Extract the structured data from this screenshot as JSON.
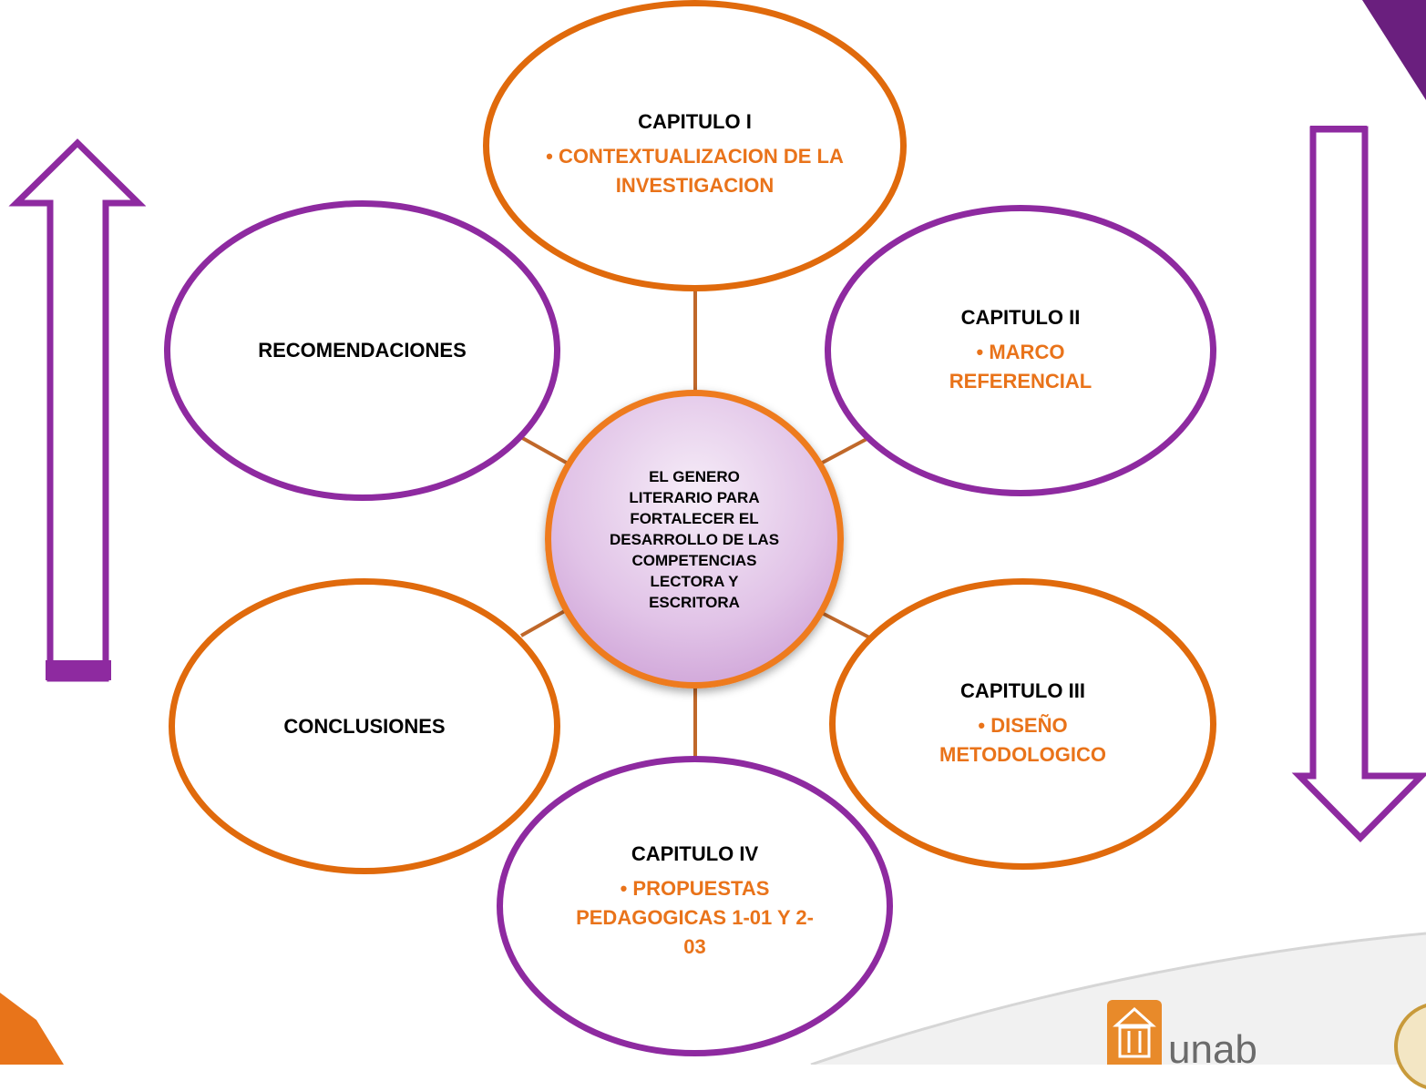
{
  "center": {
    "text": "EL GENERO LITERARIO PARA FORTALECER EL DESARROLLO DE LAS COMPETENCIAS LECTORA Y ESCRITORA"
  },
  "nodes": {
    "cap1": {
      "title": "CAPITULO I",
      "item": "• CONTEXTUALIZACION DE LA INVESTIGACION"
    },
    "cap2": {
      "title": "CAPITULO II",
      "item": "• MARCO REFERENCIAL"
    },
    "cap3": {
      "title": "CAPITULO III",
      "item": "• DISEÑO METODOLOGICO"
    },
    "cap4": {
      "title": "CAPITULO IV",
      "item": "• PROPUESTAS PEDAGOGICAS 1-01 Y 2-03"
    },
    "conclusiones": {
      "title": "CONCLUSIONES"
    },
    "recomendaciones": {
      "title": "RECOMENDACIONES"
    }
  },
  "footer": {
    "logo_text": "unab"
  },
  "colors": {
    "orange": "#e06a0c",
    "orange_text": "#e9731a",
    "purple": "#8e2aa0",
    "connector": "#c0682a"
  }
}
